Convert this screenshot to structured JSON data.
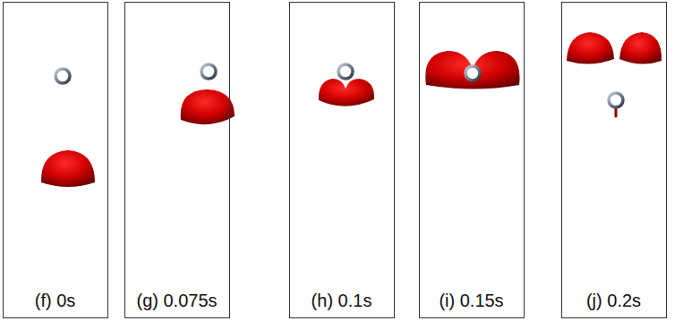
{
  "diagram": {
    "nodes": [
      {
        "text": [
          "(f) 0s"
        ]
      },
      {
        "text": [
          "(g) 0.075s"
        ]
      },
      {
        "text": [
          "(h) 0.1s"
        ]
      },
      {
        "text": [
          "(i) 0.15s"
        ]
      },
      {
        "text": [
          "(j) 0.2s"
        ]
      }
    ]
  }
}
